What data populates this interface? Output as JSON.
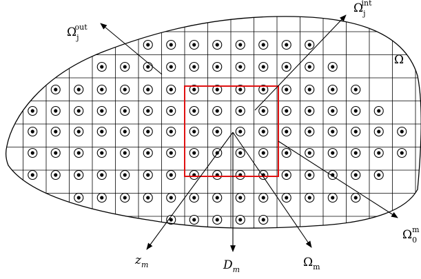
{
  "labels": {
    "omega": "Ω",
    "omega_j_out": {
      "base": "Ω",
      "sub": "j",
      "sup": "out"
    },
    "omega_j_int": {
      "base": "Ω",
      "sub": "j",
      "sup": "int"
    },
    "omega_0_m": {
      "base": "Ω",
      "sub": "0",
      "sup": "m"
    },
    "z_m": {
      "base": "z",
      "sub": "m"
    },
    "D_m": {
      "base": "D",
      "sub": "m"
    },
    "omega_m": {
      "base": "Ω",
      "sub": "m"
    }
  },
  "colors": {
    "domain_outline": "#000000",
    "grid": "#000000",
    "highlight_square": "#e01010",
    "arrow": "#000000"
  }
}
